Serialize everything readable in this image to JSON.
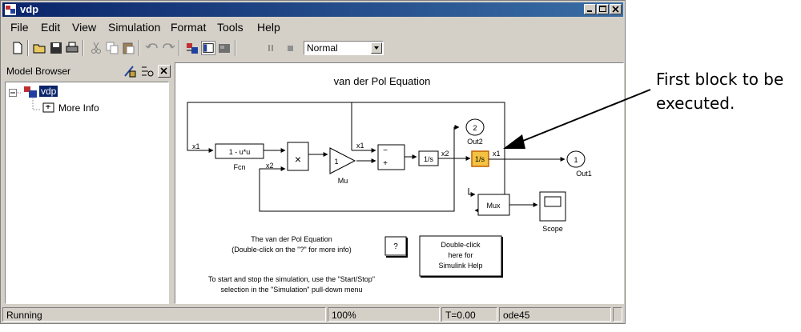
{
  "window": {
    "title": "vdp"
  },
  "menu": {
    "items": [
      "File",
      "Edit",
      "View",
      "Simulation",
      "Format",
      "Tools",
      "Help"
    ]
  },
  "toolbar": {
    "icons": [
      "new-file-icon",
      "open-folder-icon",
      "save-icon",
      "print-icon",
      "cut-icon",
      "copy-icon",
      "paste-icon",
      "undo-icon",
      "redo-icon",
      "library-browser-icon",
      "model-browser-icon",
      "toggle-browser-icon",
      "pause-icon",
      "stop-icon"
    ],
    "mode_value": "Normal"
  },
  "model_browser": {
    "title": "Model Browser",
    "root": "vdp",
    "child": "More Info"
  },
  "diagram": {
    "title": "van der Pol Equation",
    "fcn_expr": "1 - u*u",
    "fcn_label": "Fcn",
    "gain_value": "1",
    "gain_label": "Mu",
    "integrator1": "1/s",
    "integrator2": "1/s",
    "out2_num": "2",
    "out2_label": "Out2",
    "out1_num": "1",
    "out1_label": "Out1",
    "mux_label": "Mux",
    "scope_label": "Scope",
    "sig_x1_a": "x1",
    "sig_x2_a": "x2",
    "sig_x1_b": "x1",
    "sig_x2_b": "x2",
    "sig_x1_c": "x1",
    "product_sym": "×",
    "sum_minus": "−",
    "sum_plus": "+",
    "info_line1": "The van der Pol Equation",
    "info_line2": "(Double-click on the \"?\" for more info)",
    "help_q": "?",
    "help_line1": "Double-click",
    "help_line2": "here for",
    "help_line3": "Simulink Help",
    "instr_line1": "To start and stop the simulation, use the \"Start/Stop\"",
    "instr_line2": "selection in the \"Simulation\" pull-down menu"
  },
  "status": {
    "state": "Running",
    "zoom": "100%",
    "time": "T=0.00",
    "solver": "ode45"
  },
  "annotation": {
    "line1": "First block to be",
    "line2": "executed."
  },
  "colors": {
    "titlebar": "#0a246a",
    "highlight_block": "#f4c242",
    "chrome": "#d4d0c8"
  }
}
